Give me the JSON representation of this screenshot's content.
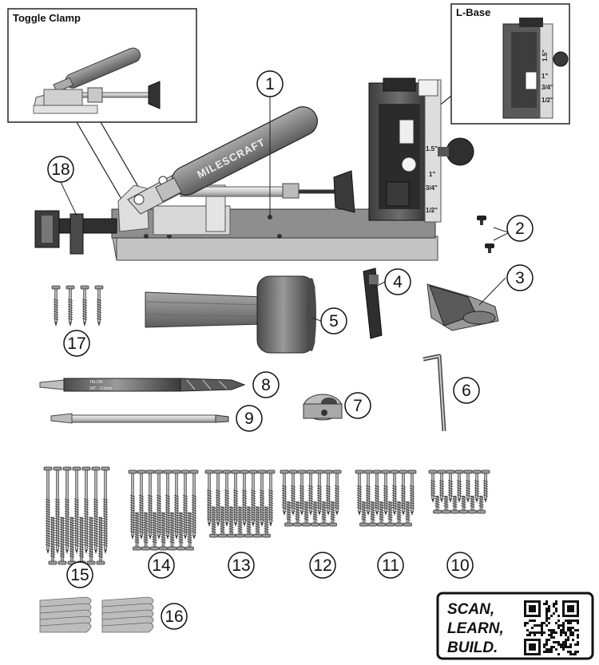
{
  "insets": {
    "toggle_clamp": "Toggle Clamp",
    "l_base": "L-Base"
  },
  "brand": "MILESCRAFT",
  "depth_marks": [
    "1.5\"",
    "1\"",
    "3/4\"",
    "1/2\""
  ],
  "inset_marks": [
    "1.5\"",
    "1\"",
    "3/4\"",
    "1/2\""
  ],
  "drill_bit_text": [
    "TALON",
    "3/8\" - 9.5mm"
  ],
  "part_numbers": [
    "1",
    "2",
    "3",
    "4",
    "5",
    "6",
    "7",
    "8",
    "9",
    "10",
    "11",
    "12",
    "13",
    "14",
    "15",
    "16",
    "17",
    "18"
  ],
  "scan": {
    "line1": "SCAN,",
    "line2": "LEARN,",
    "line3": "BUILD."
  }
}
